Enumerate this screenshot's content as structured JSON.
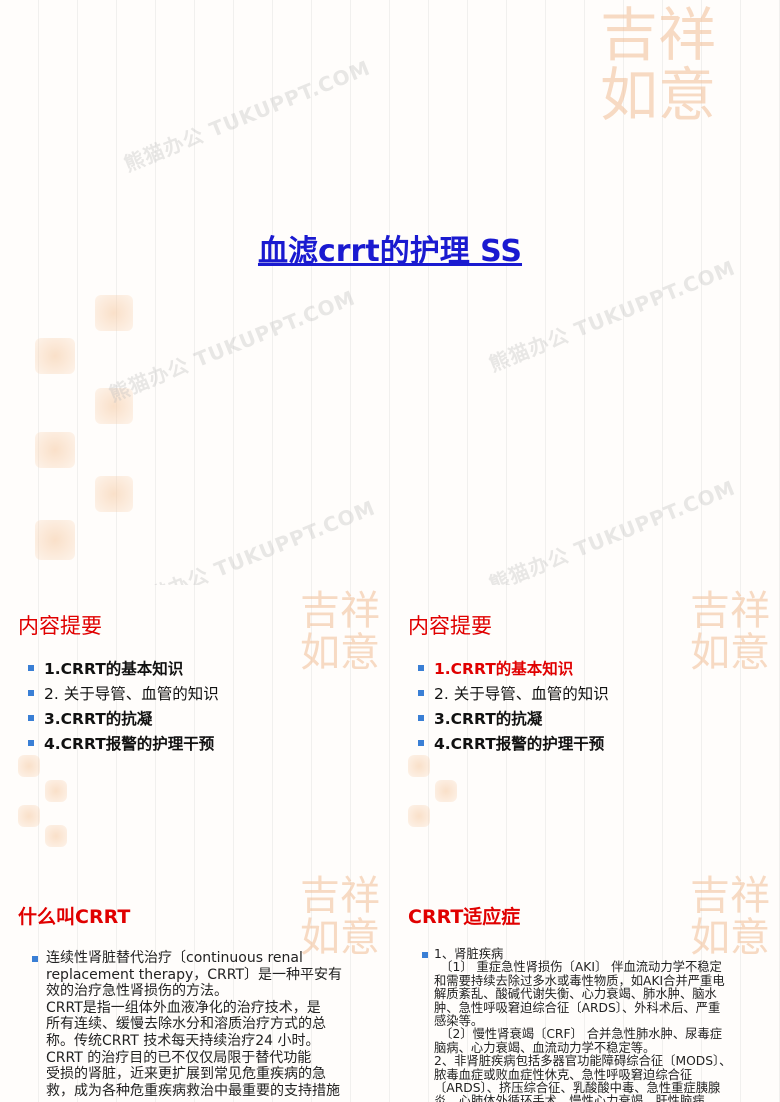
{
  "watermark": "熊猫办公 TUKUPPT.COM",
  "seal_text": "吉祥如意",
  "colors": {
    "title": "#1a1ad0",
    "heading": "#e00000",
    "bullet": "#3a7fd5",
    "seal": "#f5c8a0"
  },
  "slide1": {
    "title": "血滤crrt的护理  SS"
  },
  "slide2": {
    "heading": "内容提要",
    "items": [
      "1.CRRT的基本知识",
      "2. 关于导管、血管的知识",
      "3.CRRT的抗凝",
      "4.CRRT报警的护理干预"
    ],
    "highlighted": null
  },
  "slide3": {
    "heading": "内容提要",
    "items": [
      "1.CRRT的基本知识",
      "2. 关于导管、血管的知识",
      "3.CRRT的抗凝",
      "4.CRRT报警的护理干预"
    ],
    "highlighted": 0
  },
  "slide4": {
    "heading": "什么叫CRRT",
    "lines": [
      "连续性肾脏替代治疗〔continuous renal",
      "replacement therapy，CRRT〕是一种平安有",
      "效的治疗急性肾损伤的方法。",
      "CRRT是指一组体外血液净化的治疗技术，是",
      "所有连续、缓慢去除水分和溶质治疗方式的总",
      "称。传统CRRT 技术每天持续治疗24 小时。",
      "CRRT 的治疗目的已不仅仅局限于替代功能",
      "受损的肾脏，近来更扩展到常见危重疾病的急",
      "救，成为各种危重疾病救治中最重要的支持措施"
    ]
  },
  "slide5": {
    "heading": "CRRT适应症",
    "lines": [
      "1、肾脏疾病",
      "　〔1〕 重症急性肾损伤〔AKI〕 伴血流动力学不稳定",
      "和需要持续去除过多水或毒性物质，如AKI合并严重电",
      "解质紊乱、酸碱代谢失衡、心力衰竭、肺水肿、脑水",
      "肿、急性呼吸窘迫综合征〔ARDS〕、外科术后、严重",
      "感染等。",
      "　〔2〕慢性肾衰竭〔CRF〕 合并急性肺水肿、尿毒症",
      "脑病、心力衰竭、血流动力学不稳定等。",
      "2、非肾脏疾病包括多器官功能障碍综合征〔MODS〕、",
      "脓毒血症或败血症性休克、急性呼吸窘迫综合征",
      "〔ARDS〕、挤压综合征、乳酸酸中毒、急性重症胰腺",
      "炎、心肺体外循环手术、慢性心力衰竭、肝性脑病、"
    ]
  }
}
